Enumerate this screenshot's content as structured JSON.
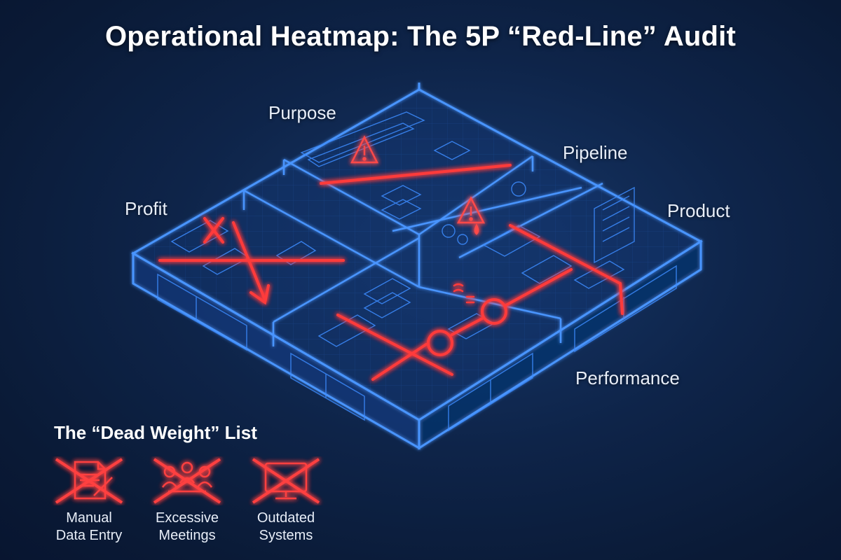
{
  "title": "Operational Heatmap: The 5P “Red-Line” Audit",
  "rooms": {
    "purpose": "Purpose",
    "pipeline": "Pipeline",
    "profit": "Profit",
    "product": "Product",
    "performance": "Performance"
  },
  "dead_weight": {
    "title": "The “Dead Weight” List",
    "items": [
      {
        "label": "Manual\nData Entry",
        "icon": "document-pen-icon"
      },
      {
        "label": "Excessive\nMeetings",
        "icon": "meeting-people-icon"
      },
      {
        "label": "Outdated\nSystems",
        "icon": "computer-monitor-icon"
      }
    ]
  },
  "colors": {
    "background": "#0e2449",
    "wireframe": "#3d8cff",
    "red_line": "#ff3b3b"
  }
}
